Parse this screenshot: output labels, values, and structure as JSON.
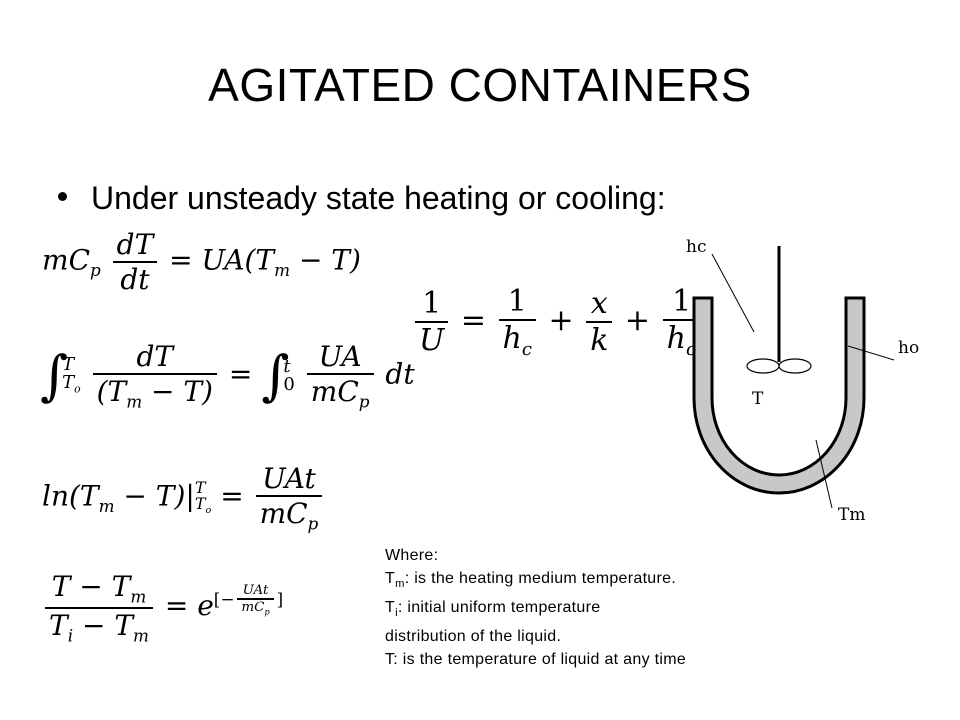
{
  "title": "AGITATED CONTAINERS",
  "bullet": "Under unsteady state heating or cooling:",
  "diagram_labels": {
    "hc": "hc",
    "ho": "ho",
    "T": "T",
    "Tm": "Tm"
  },
  "where": {
    "heading": "Where:",
    "tm_symbol": "T",
    "tm_sub": "m",
    "tm_text": ": is the heating medium temperature.",
    "ti_symbol": "T",
    "ti_sub": "i",
    "ti_text": ": initial uniform temperature",
    "ti_text2": "distribution of the liquid.",
    "t_text": "T: is the temperature of liquid at any time"
  }
}
